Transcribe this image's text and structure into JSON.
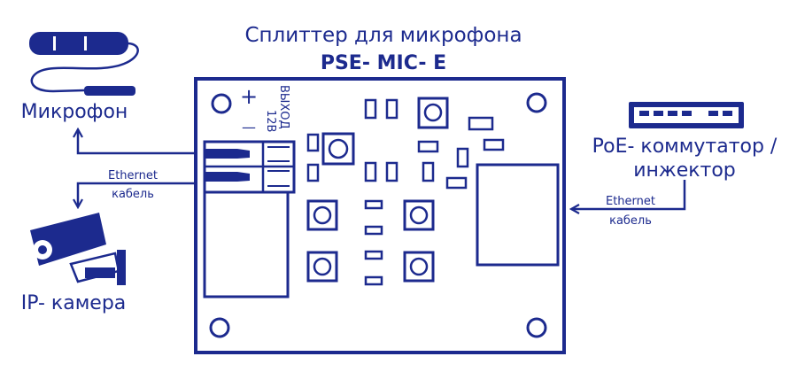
{
  "colors": {
    "ink": "#1c2a8e",
    "background": "#ffffff"
  },
  "title": "Сплиттер для микрофона",
  "model": "PSE- MIC- E",
  "board": {
    "terminal_output_label": "ВЫХОД",
    "terminal_voltage_label": "12В",
    "plus_sign": "+",
    "minus_sign": "—"
  },
  "devices": {
    "microphone": {
      "label": "Микрофон",
      "icon": "microphone-icon"
    },
    "camera": {
      "label": "IP- камера",
      "icon": "cctv-camera-icon"
    },
    "switch": {
      "label_line1": "PoE-  коммутатор /",
      "label_line2": "инжектор",
      "icon": "network-switch-icon"
    }
  },
  "cables": {
    "left": {
      "line1": "Ethernet",
      "line2": "кабель"
    },
    "right": {
      "line1": "Ethernet",
      "line2": "кабель"
    }
  }
}
